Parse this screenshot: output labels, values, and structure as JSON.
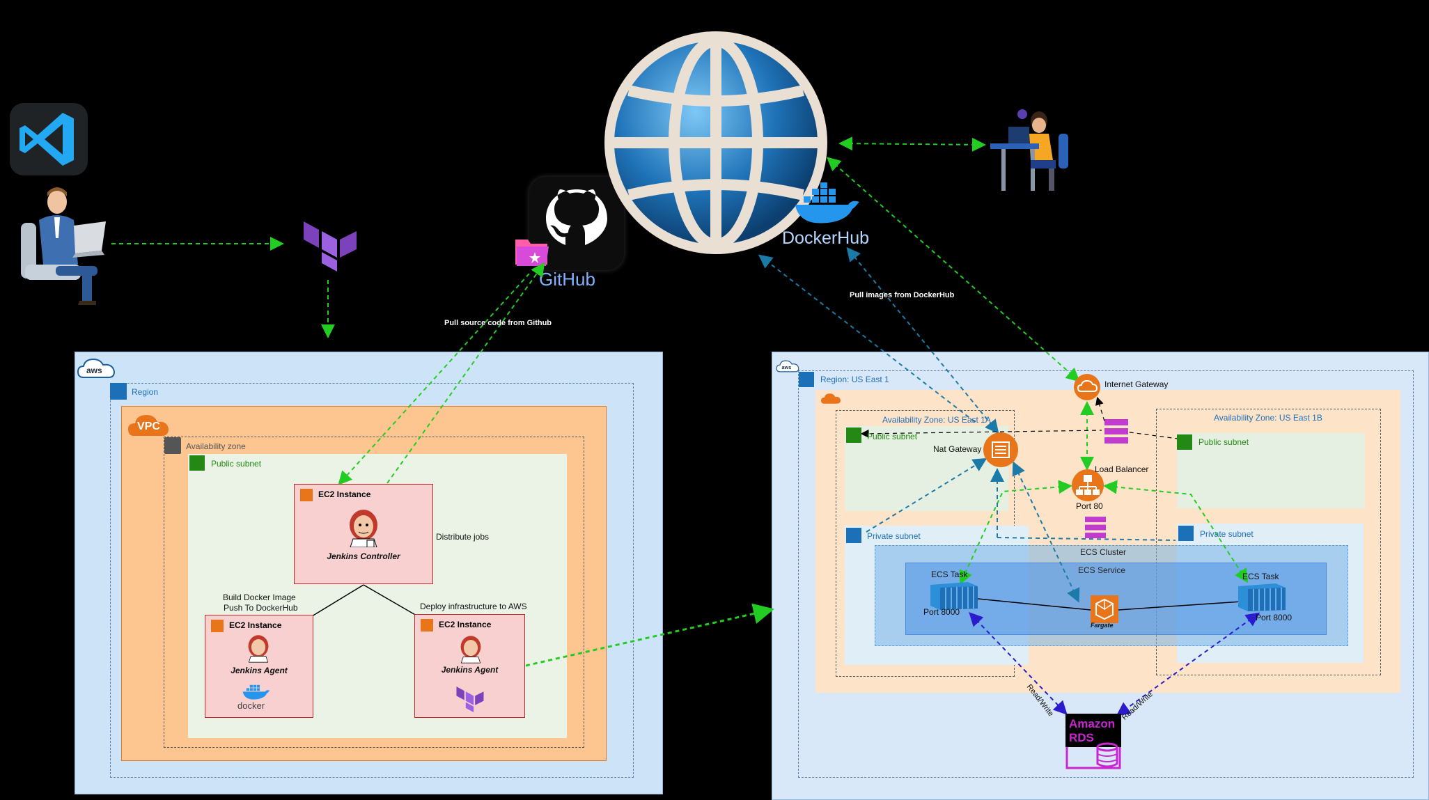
{
  "top": {
    "github_label": "GitHub",
    "dockerhub_label": "DockerHub",
    "pull_source_label": "Pull source code from Github",
    "pull_images_label": "Pull images from DockerHub"
  },
  "left_aws": {
    "region_label": "Region",
    "vpc_label": "VPC",
    "az_label": "Availability zone",
    "public_subnet_label": "Public subnet",
    "controller": {
      "title": "EC2 Instance",
      "role": "Jenkins Controller"
    },
    "distribute_label": "Distribute jobs",
    "build_label_line1": "Build Docker Image",
    "build_label_line2": "Push To DockerHub",
    "deploy_label": "Deploy infrastructure to AWS",
    "agent1": {
      "title": "EC2 Instance",
      "role": "Jenkins Agent",
      "logo_text": "docker"
    },
    "agent2": {
      "title": "EC2 Instance",
      "role": "Jenkins Agent"
    }
  },
  "right_aws": {
    "region_label": "Region: US East 1",
    "internet_gateway_label": "Internet Gateway",
    "az_a_label": "Availability Zone: US East 1A",
    "az_b_label": "Availability Zone: US East 1B",
    "public_subnet_a_label": "Public subnet",
    "public_subnet_b_label": "Public subnet",
    "nat_gateway_label": "Nat Gateway",
    "load_balancer_label": "Load Balancer",
    "port80_label": "Port 80",
    "private_subnet_a_label": "Private subnet",
    "private_subnet_b_label": "Private subnet",
    "ecs_cluster_label": "ECS Cluster",
    "ecs_service_label": "ECS Service",
    "ecs_task_a_label": "ECS Task",
    "ecs_task_b_label": "ECS Task",
    "port8000_a_label": "Port 8000",
    "port8000_b_label": "Port 8000",
    "fargate_label": "Fargate",
    "rds_line1": "Amazon",
    "rds_line2": "RDS",
    "read_write_a": "Read/Write",
    "read_write_b": "Read/Write",
    "aws_logo_text": "aws"
  },
  "colors": {
    "green_arrow": "#22cc22",
    "teal_arrow": "#1b7aa8",
    "purple_arrow": "#2b1bcc",
    "aws_bg": "#cce4f7",
    "vpc_fill": "#fdc690",
    "subnet_fill": "#eaf3e6"
  }
}
